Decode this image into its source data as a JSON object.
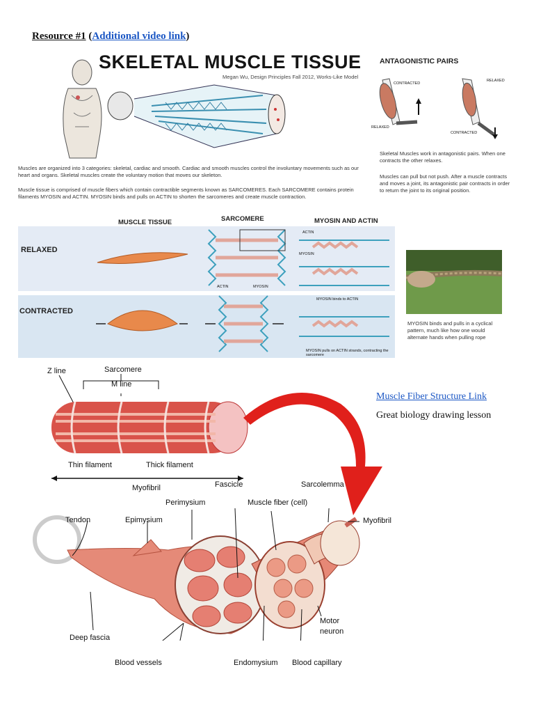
{
  "header": {
    "resource_label": "Resource #1",
    "open_paren": " (",
    "video_link": "Additional video link",
    "close_paren": ")"
  },
  "poster": {
    "title": "SKELETAL MUSCLE TISSUE",
    "subtitle": "Megan Wu, Design Principles Fall 2012, Works-Like Model",
    "para1": "Muscles are organized into 3 categories: skeletal, cardiac and smooth. Cardiac and smooth muscles control the involuntary movements such as our heart and organs. Skeletal muscles create the voluntary motion that moves our skeleton.",
    "para2": "Muscle tissue is comprised of muscle fibers which contain contractible segments known as SARCOMERES. Each SARCOMERE contains protein filaments MYOSIN and ACTIN.  MYOSIN binds and pulls on ACTIN to shorten the sarcomeres and create muscle contraction.",
    "antagonistic": {
      "title": "ANTAGONISTIC PAIRS",
      "contracted": "CONTRACTED",
      "relaxed": "RELAXED",
      "relaxed2": "RELAXED",
      "contracted2": "CONTRACTED",
      "text1": "Skeletal Muscles  work in antagonistic pairs. When one contracts the other relaxes.",
      "text2": "Muscles can pull but not push. After a muscle contracts and moves a joint,  its antagonistic pair contracts in order to return the joint to its original position."
    },
    "columns": {
      "muscle_tissue": "MUSCLE TISSUE",
      "sarcomere": "SARCOMERE",
      "myosin_actin": "MYOSIN AND ACTIN"
    },
    "states": {
      "relaxed": "RELAXED",
      "contracted": "CONTRACTED"
    },
    "mini_labels": {
      "actin": "ACTIN",
      "myosin": "MYOSIN",
      "actin2": "ACTIN",
      "myosin2": "MYOSIN",
      "myosin_binds": "MYOSIN binds to ACTIN",
      "myosin_pulls": "MYOSIN pulls on ACTIN strands, contracting the sarcomere"
    },
    "rope_caption": "MYOSIN binds and pulls in a cyclical pattern, much like how one would alternate hands when pulling rope"
  },
  "side": {
    "fiber_link": "Muscle Fiber Structure Link",
    "lesson": "Great biology drawing lesson"
  },
  "diagram": {
    "z_line": "Z line",
    "sarcomere": "Sarcomere",
    "m_line": "M line",
    "thin": "Thin filament",
    "thick": "Thick filament",
    "myofibril": "Myofibril",
    "fascicle": "Fascicle",
    "sarcolemma": "Sarcolemma",
    "perimysium": "Perimysium",
    "muscle_fiber": "Muscle fiber (cell)",
    "tendon": "Tendon",
    "epimysium": "Epimysium",
    "myofibril2": "Myofibril",
    "deep_fascia": "Deep fascia",
    "motor": "Motor",
    "neuron": "neuron",
    "blood_vessels": "Blood vessels",
    "endomysium": "Endomysium",
    "blood_capillary": "Blood capillary"
  },
  "colors": {
    "link": "#1a56c4",
    "muscle_red": "#d9534a",
    "arrow_red": "#e0201b",
    "band_blue": "#dfe8f4"
  }
}
